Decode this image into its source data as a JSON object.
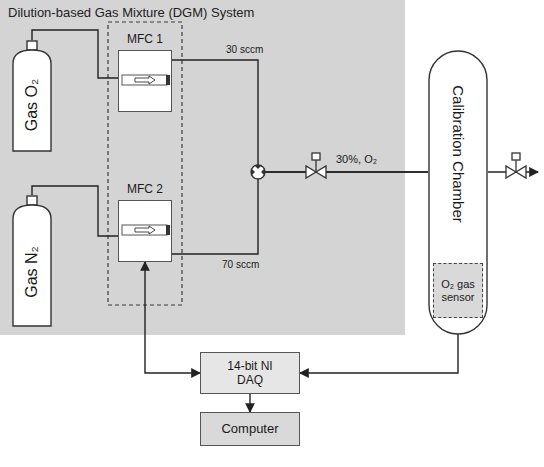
{
  "diagram": {
    "nodes": [
      {
        "text": [
          "Dilution-based Gas Mixture (DGM) System"
        ]
      },
      {
        "text": [
          "Gas O₂"
        ],
        "in": 0
      },
      {
        "text": [
          "MFC 1"
        ],
        "in": 0
      },
      {
        "text": [
          "Gas N₂"
        ],
        "in": 0
      },
      {
        "text": [
          "MFC 2"
        ],
        "in": 0
      },
      {
        "text": [
          "Calibration Chamber"
        ]
      },
      {
        "text": [
          "O₂ gas sensor"
        ],
        "in": 5
      },
      {
        "text": [
          "14-bit NI DAQ"
        ]
      },
      {
        "text": [
          "Computer"
        ]
      }
    ],
    "edges": [
      {
        "from": 1,
        "to": 2,
        "arrow": "none"
      },
      {
        "from": 3,
        "to": 4,
        "arrow": "none"
      },
      {
        "from": 2,
        "to": 5,
        "arrow": "none"
      },
      {
        "from": 4,
        "to": 5,
        "arrow": "none"
      },
      {
        "from": 4,
        "to": 7,
        "arrow": "both"
      },
      {
        "from": 6,
        "to": 7,
        "arrow": "to"
      },
      {
        "from": 7,
        "to": 8,
        "arrow": "to"
      }
    ],
    "labels": [
      "30 sccm",
      "70 sccm",
      "30%, O₂"
    ]
  }
}
